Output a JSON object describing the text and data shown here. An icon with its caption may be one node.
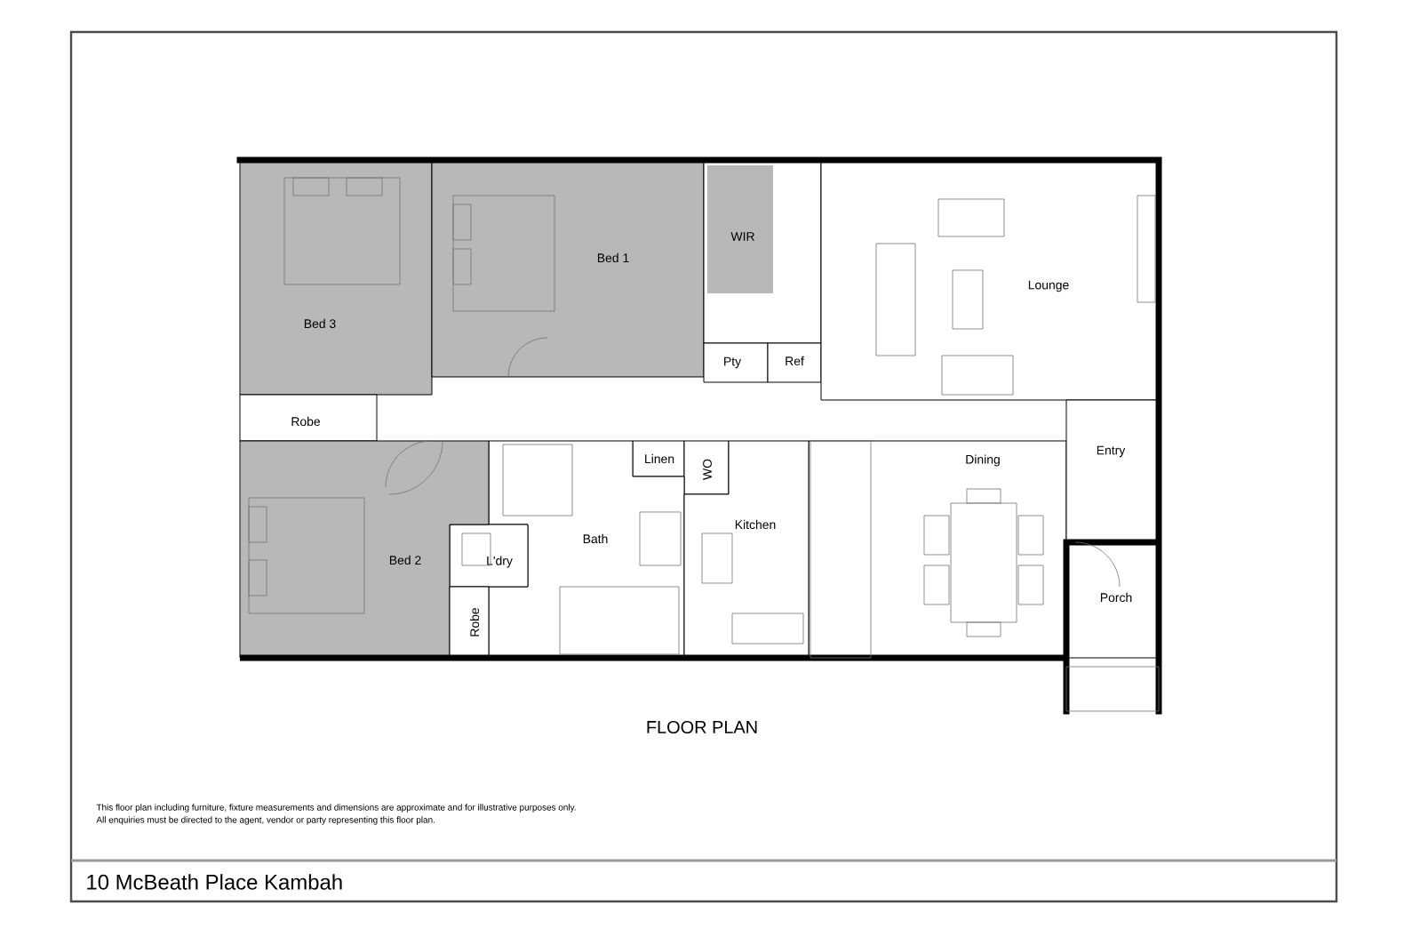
{
  "diagram": {
    "caption": "10 McBeath Place Kambah",
    "nodes": [
      {
        "text": [
          "Bed 3"
        ]
      },
      {
        "text": [
          "Bed 1"
        ]
      },
      {
        "text": [
          "WIR"
        ]
      },
      {
        "text": [
          "Pty"
        ]
      },
      {
        "text": [
          "Ref"
        ]
      },
      {
        "text": [
          "Lounge"
        ]
      },
      {
        "text": [
          "Robe"
        ]
      },
      {
        "text": [
          "Linen"
        ]
      },
      {
        "text": [
          "WO"
        ]
      },
      {
        "text": [
          "Dining"
        ]
      },
      {
        "text": [
          "Entry"
        ]
      },
      {
        "text": [
          "Bath"
        ]
      },
      {
        "text": [
          "Kitchen"
        ]
      },
      {
        "text": [
          "L'dry"
        ]
      },
      {
        "text": [
          "Bed 2"
        ]
      },
      {
        "text": [
          "Porch"
        ]
      },
      {
        "text": [
          "Robe"
        ]
      }
    ],
    "edges": [],
    "labels": [
      "FLOOR PLAN",
      "This floor plan including furniture, fixture measurements and dimensions are approximate and for illustrative purposes only.",
      "All enquiries must be directed to the agent, vendor or party representing this floor plan."
    ]
  }
}
